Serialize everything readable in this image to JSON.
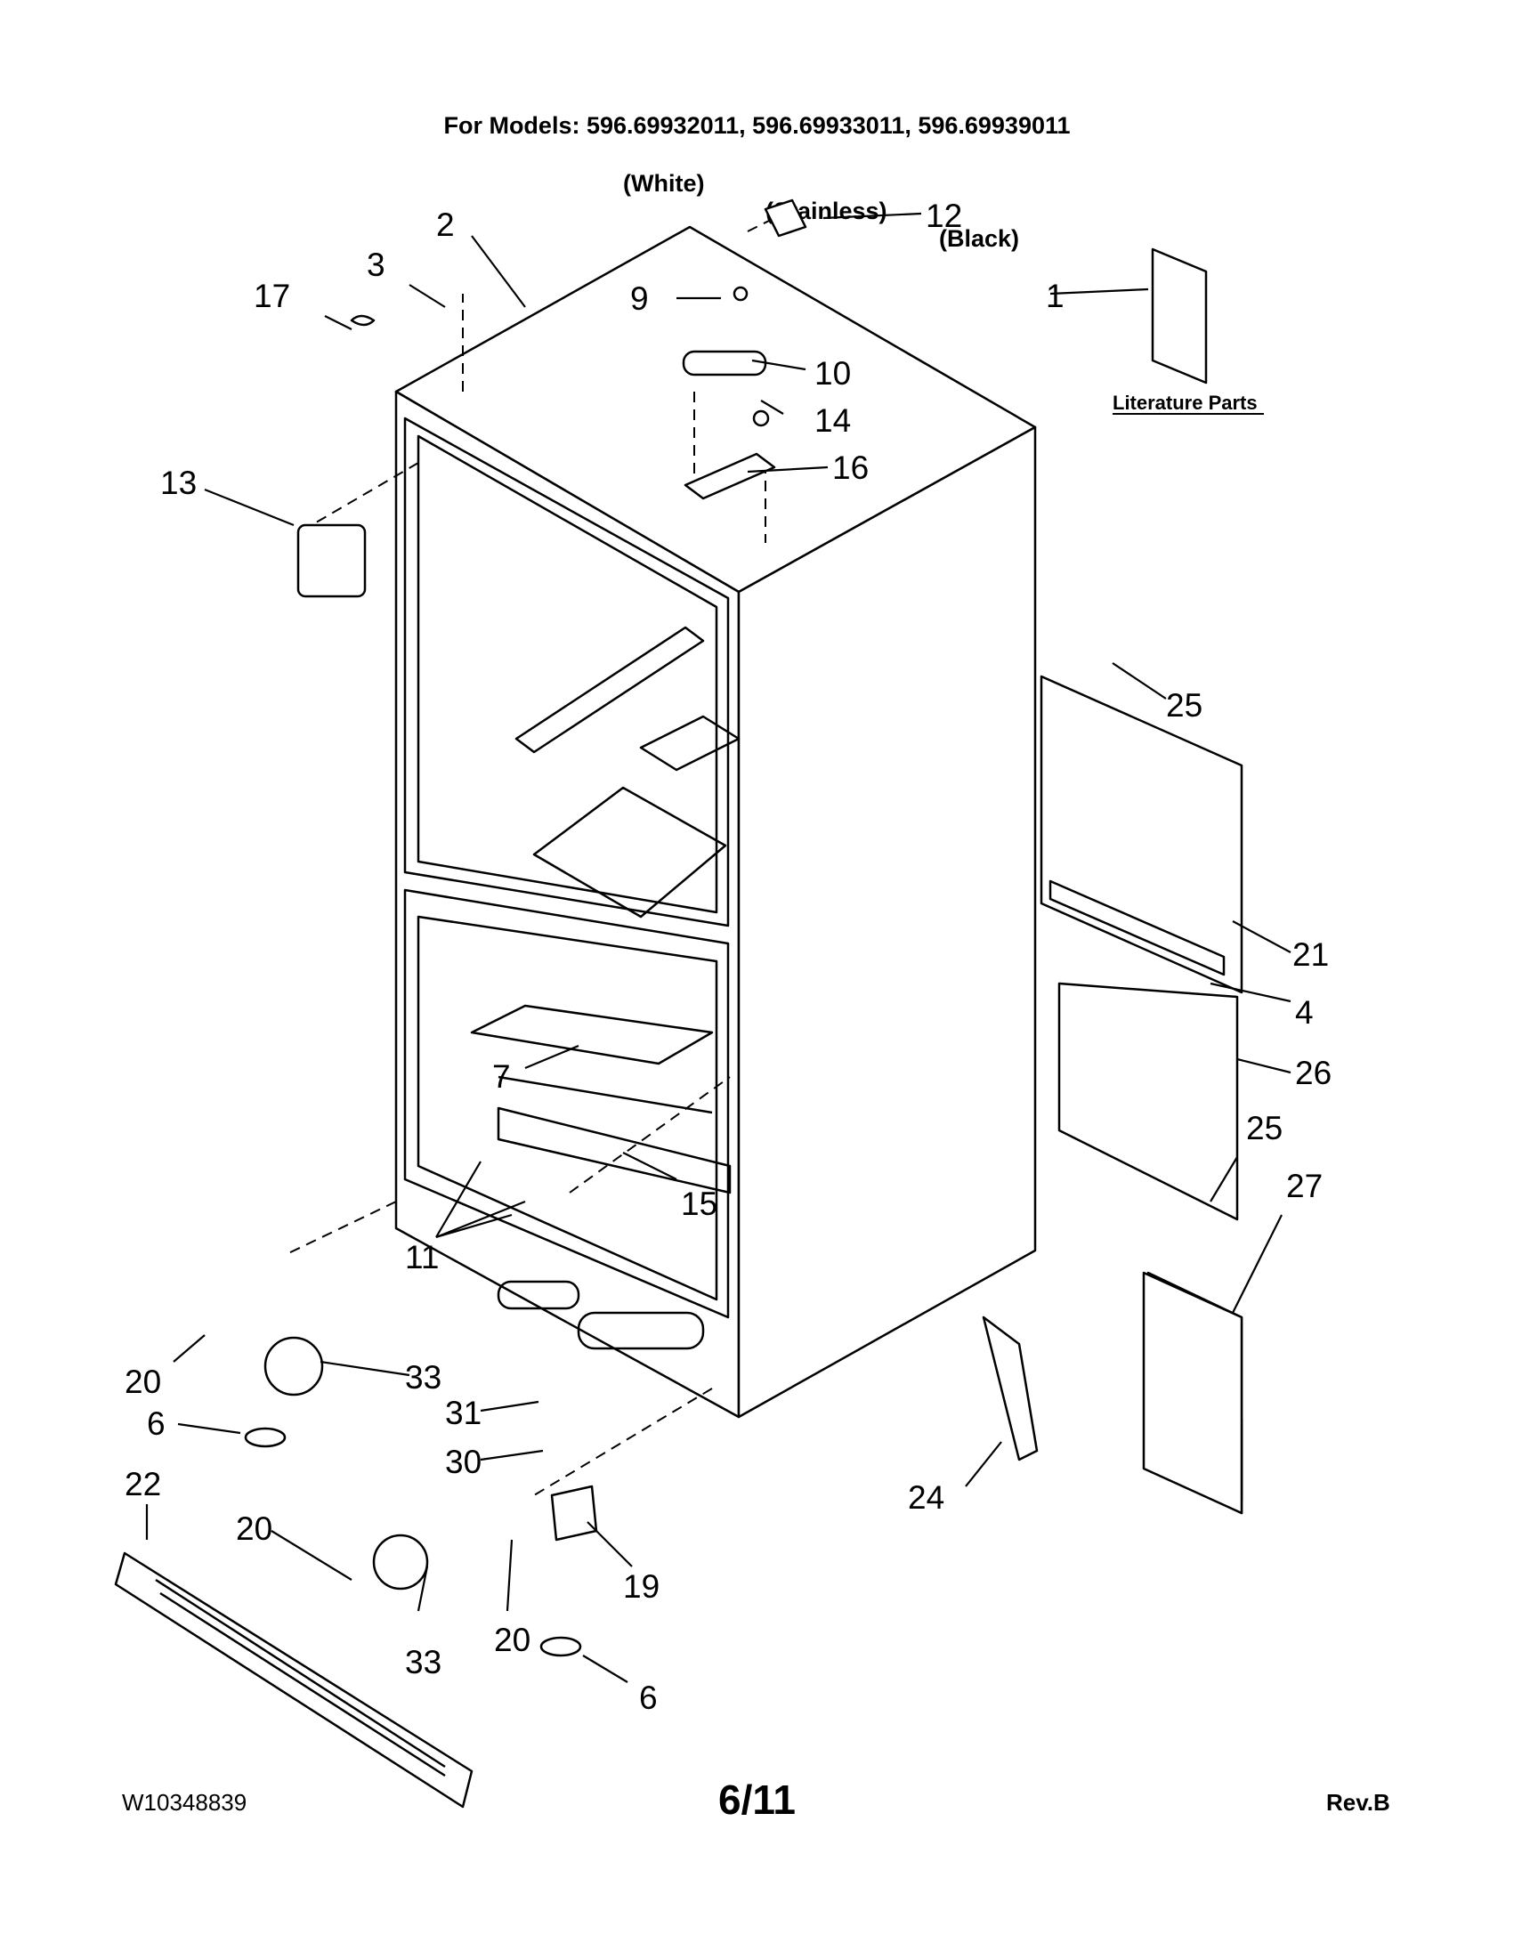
{
  "header": {
    "models_line": "For Models: 596.69932011, 596.69933011, 596.69939011",
    "colors": [
      "(White)",
      "(Stainless)",
      "(Black)"
    ]
  },
  "literature_label": "Literature Parts",
  "callouts": [
    "1",
    "2",
    "3",
    "4",
    "6",
    "6",
    "7",
    "9",
    "10",
    "11",
    "12",
    "13",
    "14",
    "15",
    "16",
    "17",
    "19",
    "20",
    "20",
    "20",
    "21",
    "22",
    "24",
    "25",
    "25",
    "26",
    "27",
    "30",
    "31",
    "33",
    "33"
  ],
  "footer": {
    "doc_number": "W10348839",
    "page": "6/11",
    "revision": "Rev.B"
  }
}
